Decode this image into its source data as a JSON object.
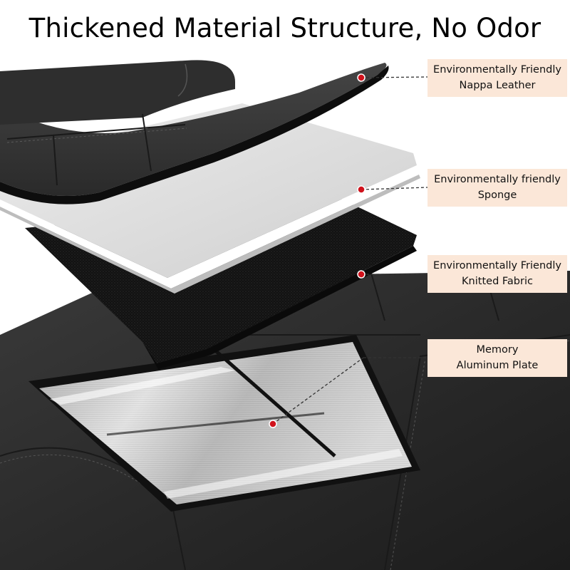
{
  "title": "Thickened Material Structure, No Odor",
  "layers": [
    {
      "line1": "Environmentally Friendly",
      "line2": "Nappa Leather"
    },
    {
      "line1": "Environmentally friendly",
      "line2": "Sponge"
    },
    {
      "line1": "Environmentally Friendly",
      "line2": "Knitted Fabric"
    },
    {
      "line1": "Memory",
      "line2": "Aluminum Plate"
    }
  ],
  "colors": {
    "label_background": "#fbe7d8",
    "marker": "#d0121c",
    "leather": "#2b2b2b",
    "sponge": "#dcdcdc",
    "fabric": "#111111",
    "aluminum": "#bdbdbd"
  }
}
